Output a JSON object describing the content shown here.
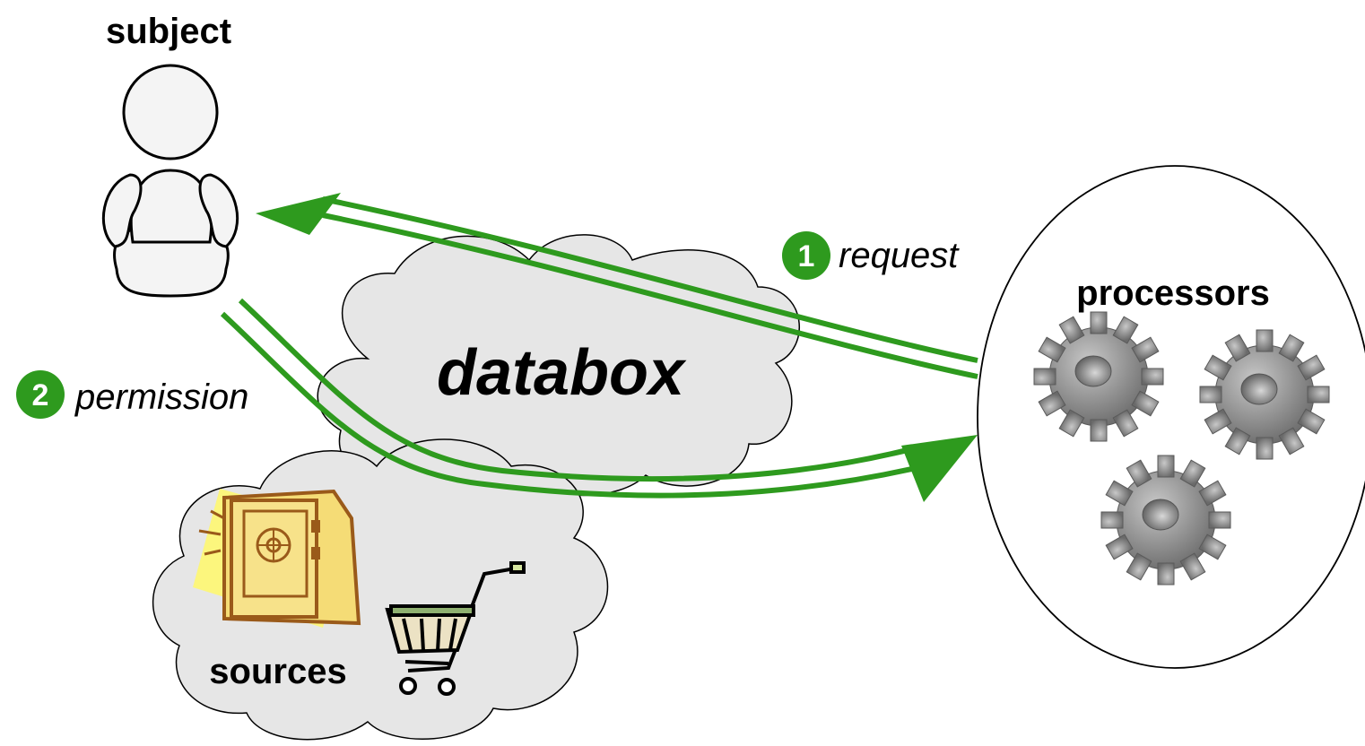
{
  "labels": {
    "subject": "subject",
    "databox": "databox",
    "processors": "processors",
    "sources": "sources",
    "request": "request",
    "permission": "permission"
  },
  "steps": [
    {
      "number": "1",
      "label": "request"
    },
    {
      "number": "2",
      "label": "permission"
    }
  ],
  "colors": {
    "arrow": "#2e9a1e",
    "badge": "#2e9a1e",
    "cloud_fill": "#e6e6e6",
    "cloud_stroke": "#000000",
    "gear": "#8c8c8c"
  },
  "icons": {
    "subject": "person-icon",
    "processors": "gear-icon",
    "sources_safe": "safe-icon",
    "sources_cart": "shopping-cart-icon"
  }
}
